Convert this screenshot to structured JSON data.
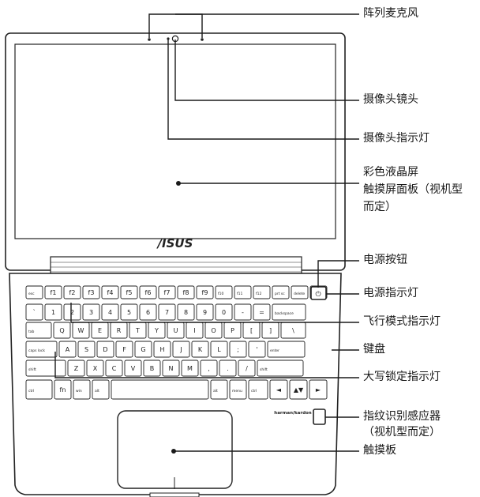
{
  "brand": {
    "logo": "/ISUS",
    "speaker_brand": "harman/kardon"
  },
  "callouts": {
    "mic_array": "阵列麦克风",
    "camera_lens": "摄像头镜头",
    "camera_indicator": "摄像头指示灯",
    "lcd_line1": "彩色液晶屏",
    "lcd_line2": "触摸屏面板（视机型",
    "lcd_line3": "而定）",
    "power_button": "电源按钮",
    "power_indicator": "电源指示灯",
    "airplane_indicator": "飞行模式指示灯",
    "keyboard": "键盘",
    "capslock_indicator": "大写锁定指示灯",
    "fingerprint_line1": "指纹识别感应器",
    "fingerprint_line2": "（视机型而定）",
    "touchpad": "触摸板"
  },
  "keyboard": {
    "rows": [
      {
        "keys": [
          {
            "t": "esc",
            "w": 21
          },
          {
            "t": "f1",
            "w": 21
          },
          {
            "t": "f2",
            "w": 21
          },
          {
            "t": "f3",
            "w": 21
          },
          {
            "t": "f4",
            "w": 21
          },
          {
            "t": "f5",
            "w": 21
          },
          {
            "t": "f6",
            "w": 21
          },
          {
            "t": "f7",
            "w": 21
          },
          {
            "t": "f8",
            "w": 21
          },
          {
            "t": "f9",
            "w": 21
          },
          {
            "t": "f10",
            "w": 21
          },
          {
            "t": "f11",
            "w": 21
          },
          {
            "t": "f12",
            "w": 21
          },
          {
            "t": "prt sc",
            "w": 21
          },
          {
            "t": "delete",
            "w": 21
          },
          {
            "t": "",
            "w": 21
          }
        ]
      },
      {
        "keys": [
          {
            "t": "`",
            "w": 21
          },
          {
            "t": "1",
            "w": 21
          },
          {
            "t": "2",
            "w": 21
          },
          {
            "t": "3",
            "w": 21
          },
          {
            "t": "4",
            "w": 21
          },
          {
            "t": "5",
            "w": 21
          },
          {
            "t": "6",
            "w": 21
          },
          {
            "t": "7",
            "w": 21
          },
          {
            "t": "8",
            "w": 21
          },
          {
            "t": "9",
            "w": 21
          },
          {
            "t": "0",
            "w": 21
          },
          {
            "t": "-",
            "w": 21
          },
          {
            "t": "=",
            "w": 21
          },
          {
            "t": "backspace",
            "w": 42
          }
        ]
      },
      {
        "keys": [
          {
            "t": "tab",
            "w": 32
          },
          {
            "t": "Q",
            "w": 21
          },
          {
            "t": "W",
            "w": 21
          },
          {
            "t": "E",
            "w": 21
          },
          {
            "t": "R",
            "w": 21
          },
          {
            "t": "T",
            "w": 21
          },
          {
            "t": "Y",
            "w": 21
          },
          {
            "t": "U",
            "w": 21
          },
          {
            "t": "I",
            "w": 21
          },
          {
            "t": "O",
            "w": 21
          },
          {
            "t": "P",
            "w": 21
          },
          {
            "t": "[",
            "w": 21
          },
          {
            "t": "]",
            "w": 21
          },
          {
            "t": "\\",
            "w": 31
          }
        ]
      },
      {
        "keys": [
          {
            "t": "caps lock",
            "w": 39
          },
          {
            "t": "A",
            "w": 21
          },
          {
            "t": "S",
            "w": 21
          },
          {
            "t": "D",
            "w": 21
          },
          {
            "t": "F",
            "w": 21
          },
          {
            "t": "G",
            "w": 21
          },
          {
            "t": "H",
            "w": 21
          },
          {
            "t": "J",
            "w": 21
          },
          {
            "t": "K",
            "w": 21
          },
          {
            "t": "L",
            "w": 21
          },
          {
            "t": ";",
            "w": 21
          },
          {
            "t": "'",
            "w": 21
          },
          {
            "t": "enter",
            "w": 47
          }
        ]
      },
      {
        "keys": [
          {
            "t": "shift",
            "w": 50
          },
          {
            "t": "Z",
            "w": 21
          },
          {
            "t": "X",
            "w": 21
          },
          {
            "t": "C",
            "w": 21
          },
          {
            "t": "V",
            "w": 21
          },
          {
            "t": "B",
            "w": 21
          },
          {
            "t": "N",
            "w": 21
          },
          {
            "t": "M",
            "w": 21
          },
          {
            "t": ",",
            "w": 21
          },
          {
            "t": ".",
            "w": 21
          },
          {
            "t": "/",
            "w": 21
          },
          {
            "t": "shift",
            "w": 58
          }
        ]
      },
      {
        "keys": [
          {
            "t": "ctrl",
            "w": 33
          },
          {
            "t": "fn",
            "w": 21
          },
          {
            "t": "win",
            "w": 21
          },
          {
            "t": "alt",
            "w": 21
          },
          {
            "t": "",
            "w": 123
          },
          {
            "t": "alt",
            "w": 21
          },
          {
            "t": "menu",
            "w": 21
          },
          {
            "t": "ctrl",
            "w": 24
          },
          {
            "t": "◄",
            "w": 22
          },
          {
            "t": "▲▼",
            "w": 22
          },
          {
            "t": "►",
            "w": 22
          }
        ]
      }
    ]
  }
}
